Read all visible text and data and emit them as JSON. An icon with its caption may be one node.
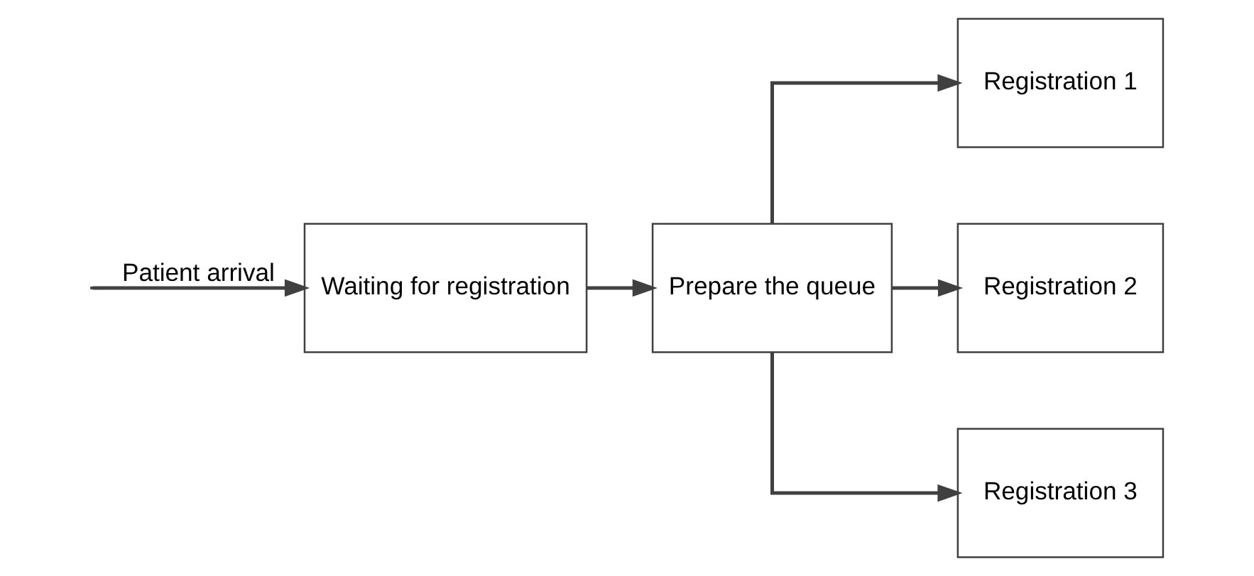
{
  "diagram": {
    "nodes": [
      {
        "text": [
          "Waiting for registration"
        ]
      },
      {
        "text": [
          "Prepare the queue"
        ]
      },
      {
        "text": [
          "Registration 1"
        ]
      },
      {
        "text": [
          "Registration 2"
        ]
      },
      {
        "text": [
          "Registration 3"
        ]
      }
    ],
    "edges": [
      {
        "from": null,
        "to": 0,
        "arrow": "to",
        "label": "Patient arrival"
      },
      {
        "from": 0,
        "to": 1,
        "arrow": "to"
      },
      {
        "from": 1,
        "to": 2,
        "arrow": "to"
      },
      {
        "from": 1,
        "to": 3,
        "arrow": "to"
      },
      {
        "from": 1,
        "to": 4,
        "arrow": "to"
      }
    ]
  }
}
